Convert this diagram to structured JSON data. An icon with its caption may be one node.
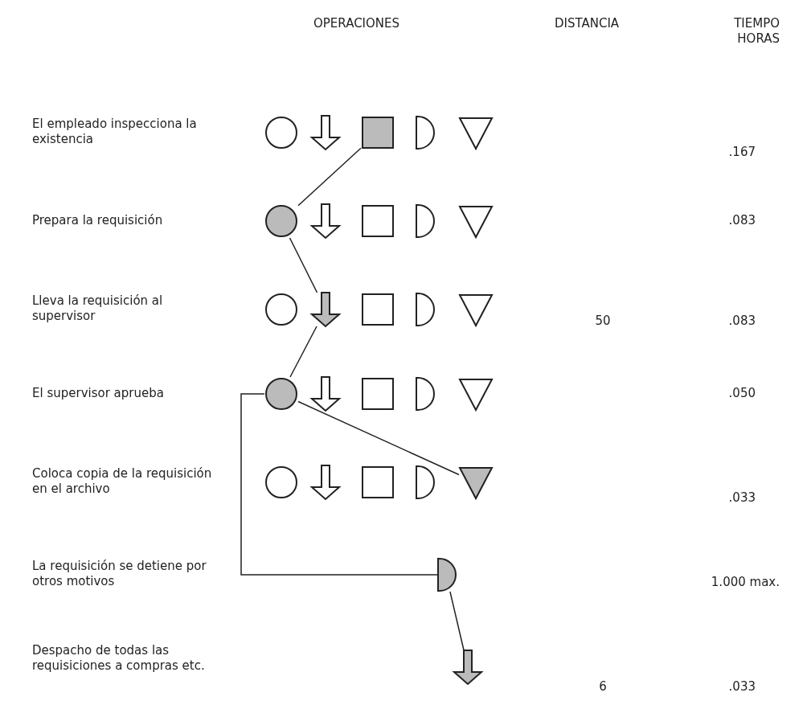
{
  "diagram": {
    "nodes": [
      {
        "text": [],
        "shape": "circle"
      },
      {
        "text": [],
        "shape": "arrow"
      },
      {
        "text": [],
        "shape": "box"
      },
      {
        "text": [],
        "shape": "semicircle"
      },
      {
        "text": [],
        "shape": "triangle"
      },
      {
        "text": [],
        "shape": "circle"
      },
      {
        "text": [],
        "shape": "arrow"
      },
      {
        "text": [],
        "shape": "box"
      },
      {
        "text": [],
        "shape": "semicircle"
      },
      {
        "text": [],
        "shape": "triangle"
      },
      {
        "text": [],
        "shape": "circle"
      },
      {
        "text": [],
        "shape": "arrow"
      },
      {
        "text": [],
        "shape": "box"
      },
      {
        "text": [],
        "shape": "semicircle"
      },
      {
        "text": [],
        "shape": "triangle"
      },
      {
        "text": [],
        "shape": "circle"
      },
      {
        "text": [],
        "shape": "arrow"
      },
      {
        "text": [],
        "shape": "box"
      },
      {
        "text": [],
        "shape": "semicircle"
      },
      {
        "text": [],
        "shape": "triangle"
      },
      {
        "text": [],
        "shape": "circle"
      },
      {
        "text": [],
        "shape": "arrow"
      },
      {
        "text": [],
        "shape": "box"
      },
      {
        "text": [],
        "shape": "semicircle"
      },
      {
        "text": [],
        "shape": "triangle"
      },
      {
        "text": [],
        "shape": "semicircle"
      },
      {
        "text": [],
        "shape": "arrow"
      }
    ],
    "edges": [
      {
        "from": 2,
        "to": 5,
        "arrow": "none"
      },
      {
        "from": 5,
        "to": 11,
        "arrow": "none"
      },
      {
        "from": 11,
        "to": 15,
        "arrow": "none"
      },
      {
        "from": 15,
        "to": 24,
        "arrow": "none"
      },
      {
        "from": 15,
        "to": 25,
        "arrow": "none"
      },
      {
        "from": 25,
        "to": 26,
        "arrow": "none"
      }
    ],
    "labels": [
      "OPERACIONES",
      "DISTANCIA",
      "TIEMPO HORAS",
      "El empleado inspecciona la existencia",
      ".167",
      "Prepara la requisición",
      ".083",
      "Lleva la requisición al supervisor",
      "50",
      ".083",
      "El supervisor aprueba",
      ".050",
      "Coloca copia de la requisición en el archivo",
      ".033",
      "La requisición se detiene por otros motivos",
      "1.000 max.",
      "Despacho de todas las requisiciones a compras etc.",
      "6",
      ".033"
    ]
  }
}
